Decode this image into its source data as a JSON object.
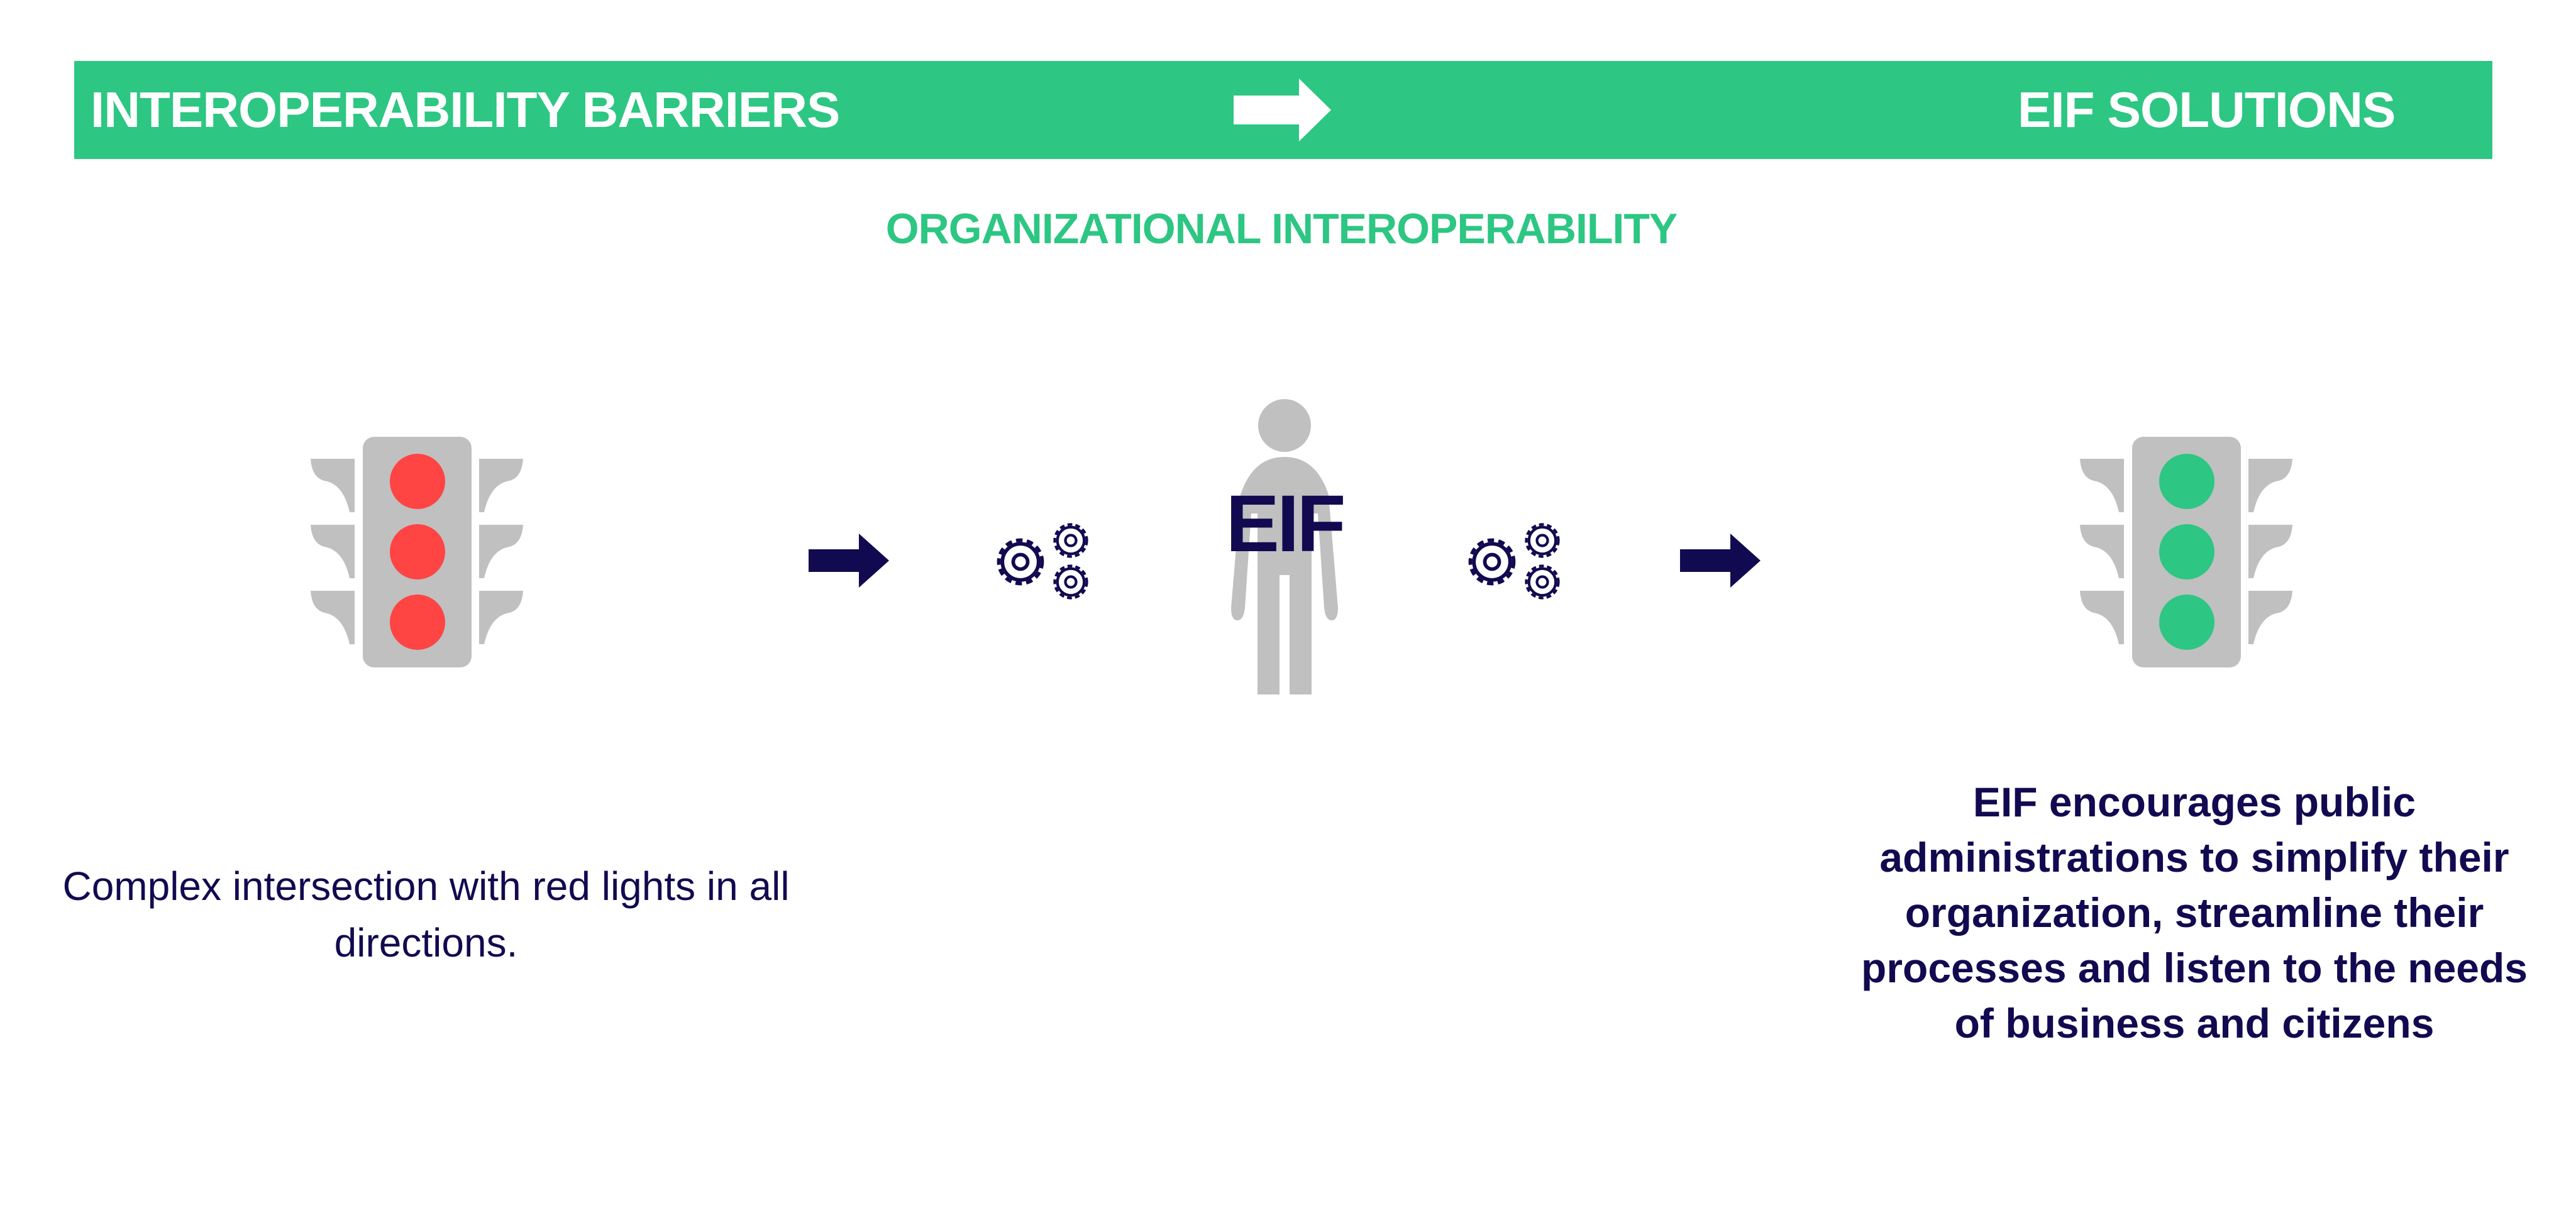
{
  "banner": {
    "left_label": "INTEROPERABILITY BARRIERS",
    "right_label": "EIF SOLUTIONS",
    "arrow_icon": "arrow-right-icon"
  },
  "subtitle": "ORGANIZATIONAL INTEROPERABILITY",
  "diagram": {
    "barrier_light": {
      "icon": "traffic-light-icon",
      "state": "red"
    },
    "solution_light": {
      "icon": "traffic-light-icon",
      "state": "green"
    },
    "person_label": "EIF"
  },
  "captions": {
    "left": "Complex intersection with red lights in all directions.",
    "right": "EIF encourages public administrations to simplify their organization, streamline their processes and listen to the needs of business and citizens"
  },
  "colors": {
    "green": "#2dc683",
    "navy": "#120a50",
    "red": "#ff4444",
    "gray": "#c0c0c0"
  }
}
